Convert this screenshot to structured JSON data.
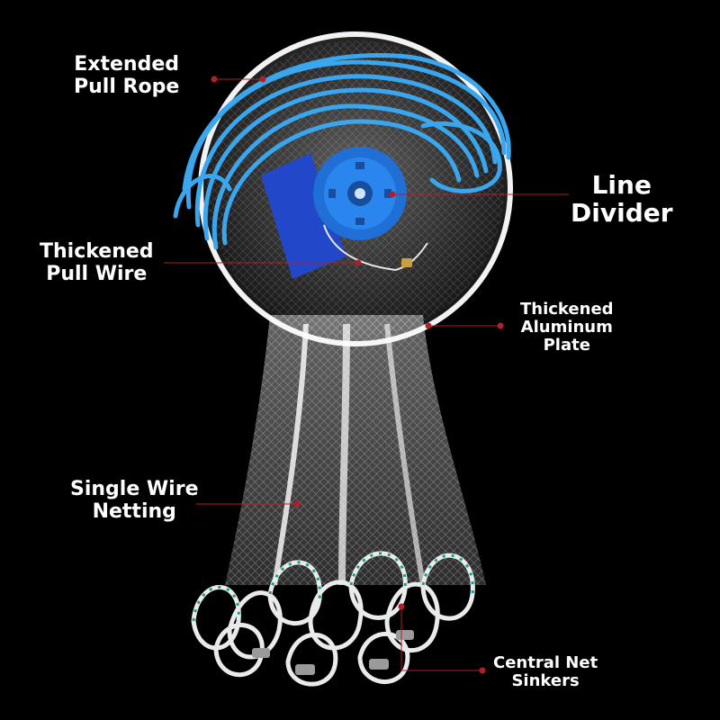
{
  "labels": {
    "pull_rope": [
      "Extended",
      "Pull Rope"
    ],
    "pull_wire": [
      "Thickened",
      "Pull Wire"
    ],
    "line_divider": [
      "Line",
      "Divider"
    ],
    "aluminum_plate": [
      "Thickened",
      "Aluminum",
      "Plate"
    ],
    "netting": [
      "Single Wire",
      "Netting"
    ],
    "sinkers": [
      "Central Net",
      "Sinkers"
    ]
  },
  "colors": {
    "background": "#000000",
    "label_text": "#ffffff",
    "pointer": "#b0202a",
    "rope": "#3aa6ee",
    "divider_disc": "#1f6fd6",
    "tag": "#2247c9",
    "plate": "#f2f2f2",
    "netting": "#dcdcdc",
    "sinker_rope": "#eaeaea",
    "sinker_stripe": "#1a9e88"
  }
}
